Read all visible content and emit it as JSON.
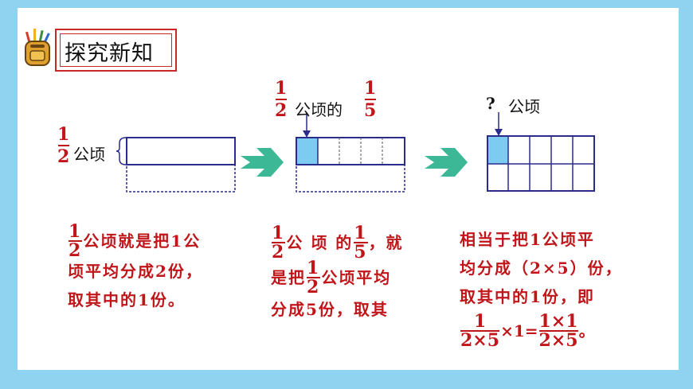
{
  "header": {
    "title": "探究新知"
  },
  "diagram": {
    "label_1": {
      "num": "1",
      "den": "2",
      "unit": "公顷"
    },
    "label_2": {
      "num1": "1",
      "den1": "2",
      "mid": "公顷的",
      "num2": "1",
      "den2": "5"
    },
    "label_3": {
      "q": "?",
      "unit": "公顷"
    }
  },
  "text1": {
    "num": "1",
    "den": "2",
    "line1_rest": "公顷就是把1公",
    "line2": "顷平均分成2份，",
    "line3": "取其中的1份。"
  },
  "text2": {
    "num1": "1",
    "den1": "2",
    "mid": "公 顷 的",
    "num2": "1",
    "den2": "5",
    "tail": "，就",
    "line2_a": "是把",
    "num3": "1",
    "den3": "2",
    "line2_b": "公顷平均",
    "line3": "分成5份，取其"
  },
  "text3": {
    "line1": "相当于把1公顷平",
    "line2": "均分成（2×5）份，",
    "line3": "取其中的1份，即",
    "f1_num": "1",
    "f1_den": "2×5",
    "times": "×1=",
    "f2_num": "1×1",
    "f2_den": "2×5",
    "end": "。"
  },
  "colors": {
    "accent": "#c0161a",
    "arrow": "#3cb896",
    "shade": "#7ecbf1",
    "box": "#2a2c8c"
  }
}
